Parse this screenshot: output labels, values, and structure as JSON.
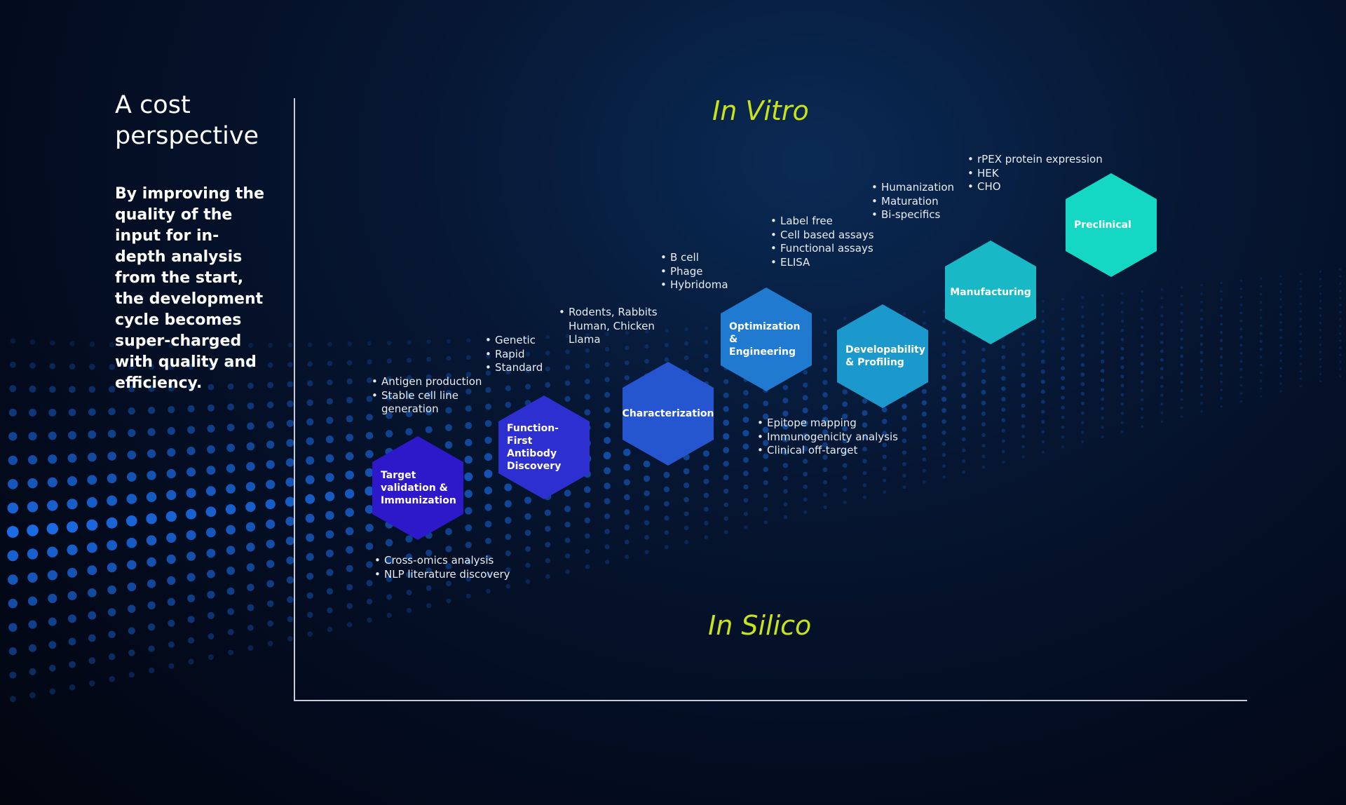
{
  "headline": "A cost perspective",
  "intro": "By improving the quality of the input for in-depth analysis from the start, the development cycle becomes super-charged with quality and efficiency.",
  "regions": {
    "top": "In Vitro",
    "bottom": "In Silico"
  },
  "colors": {
    "accent": "#c8e31a",
    "axis": "#c9ccd6",
    "dots": "#1e78ff"
  },
  "stages": [
    {
      "label": "Target validation & Immunization",
      "color": "#2d19c9"
    },
    {
      "label": "Function-First Antibody Discovery",
      "color": "#2e2fd0"
    },
    {
      "label": "Characterization",
      "color": "#2656cf"
    },
    {
      "label": "Optimization & Engineering",
      "color": "#1f7ad0"
    },
    {
      "label": "Developability & Profiling",
      "color": "#1c99cc"
    },
    {
      "label": "Manufacturing",
      "color": "#19b8c6"
    },
    {
      "label": "Preclinical",
      "color": "#14d8c4"
    }
  ],
  "bullet_groups": {
    "antigen": [
      "Antigen production",
      "Stable cell line generation"
    ],
    "cross_omics": [
      "Cross-omics analysis",
      "NLP literature discovery"
    ],
    "genetic": [
      "Genetic",
      "Rapid",
      "Standard"
    ],
    "species": [
      "Rodents,  Rabbits Human, Chicken Llama"
    ],
    "platforms": [
      "B cell",
      "Phage",
      "Hybridoma"
    ],
    "assays": [
      "Label free",
      "Cell based assays",
      "Functional assays",
      "ELISA"
    ],
    "epitope": [
      "Epitope mapping",
      "Immunogenicity analysis",
      "Clinical off-target"
    ],
    "humanization": [
      "Humanization",
      "Maturation",
      "Bi-specifics"
    ],
    "expression": [
      "rPEX protein expression",
      "HEK",
      "CHO"
    ]
  }
}
